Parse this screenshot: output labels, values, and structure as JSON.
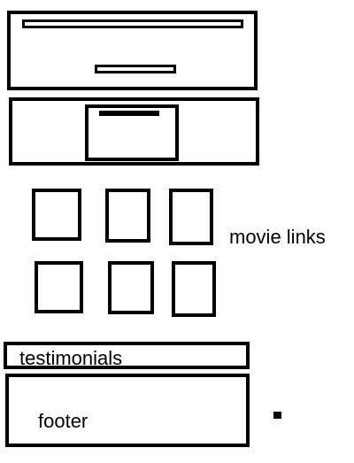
{
  "wireframe": {
    "header_block": {},
    "hero_block": {},
    "movie_grid": {
      "label": "movie links",
      "rows": [
        [
          "thumb",
          "thumb",
          "thumb"
        ],
        [
          "thumb",
          "thumb",
          "thumb"
        ]
      ]
    },
    "testimonials": {
      "label": "testimonials"
    },
    "footer": {
      "label": "footer"
    },
    "colors": {
      "stroke": "#000000",
      "background": "#ffffff"
    }
  }
}
